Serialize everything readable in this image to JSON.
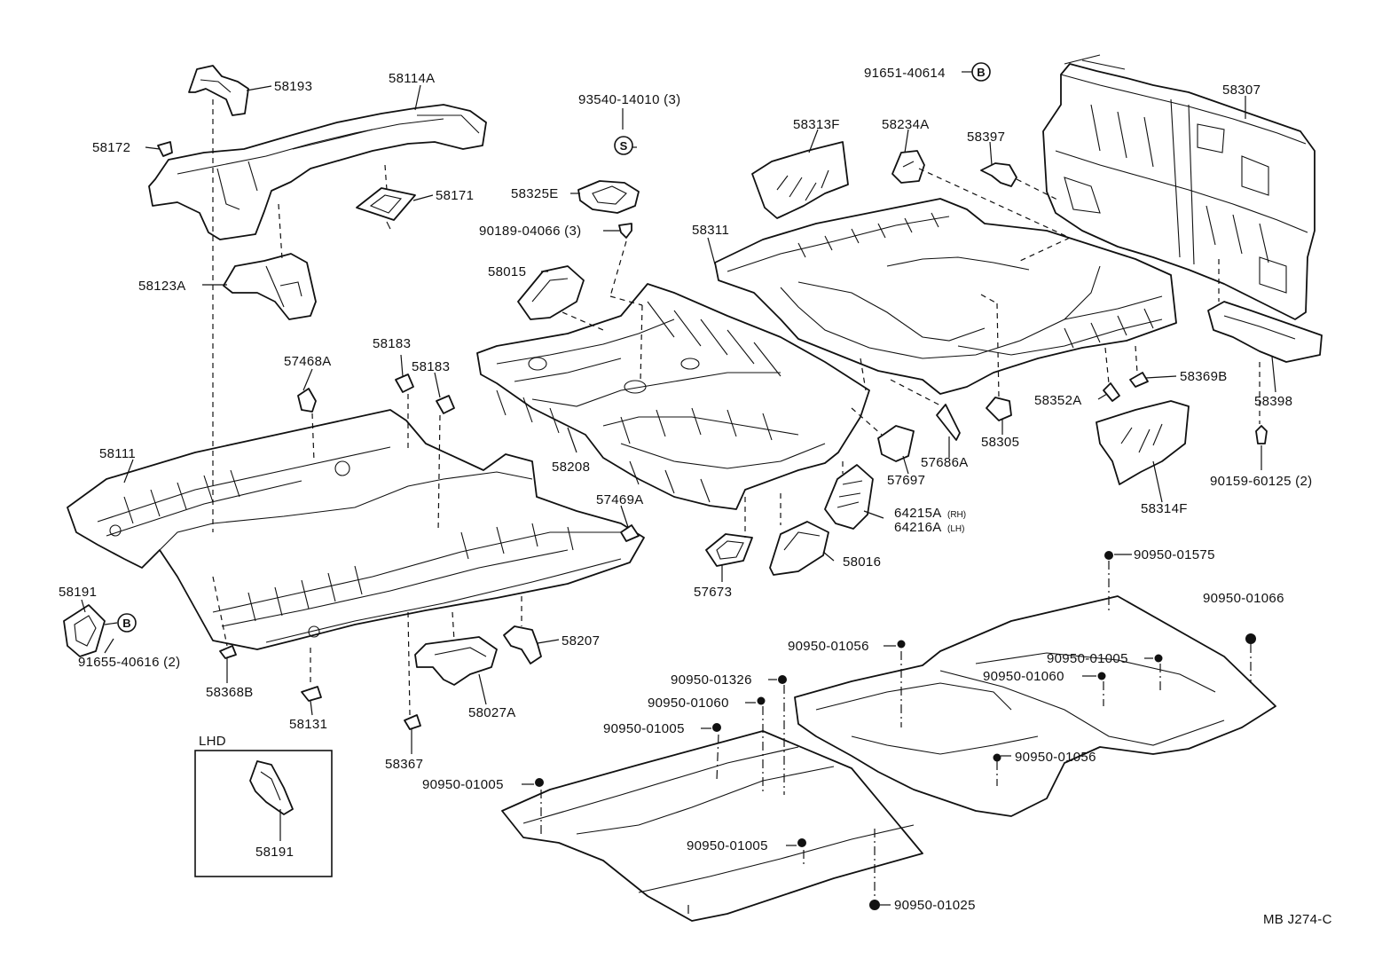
{
  "part_labels": {
    "p58193": "58193",
    "p58114A": "58114A",
    "p58172": "58172",
    "p58171": "58171",
    "p58123A": "58123A",
    "p57468A": "57468A",
    "p58183a": "58183",
    "p58183b": "58183",
    "p58111": "58111",
    "p58191a": "58191",
    "p91655": "91655-40616 (2)",
    "p58368B": "58368B",
    "p58131": "58131",
    "p58027A": "58027A",
    "p58367": "58367",
    "p58207": "58207",
    "p57469A": "57469A",
    "p93540": "93540-14010 (3)",
    "p58325E": "58325E",
    "p90189": "90189-04066 (3)",
    "p58015": "58015",
    "p58208": "58208",
    "p57673": "57673",
    "p58016": "58016",
    "p64215A": "64215A",
    "p64215A_sfx": "(RH)",
    "p64216A": "64216A",
    "p64216A_sfx": "(LH)",
    "p57697": "57697",
    "p57686A": "57686A",
    "p58305": "58305",
    "p58311": "58311",
    "p58313F": "58313F",
    "p58234A": "58234A",
    "p91651": "91651-40614",
    "p58397": "58397",
    "p58307": "58307",
    "p58352A": "58352A",
    "p58369B": "58369B",
    "p58398": "58398",
    "p58314F": "58314F",
    "p90159": "90159-60125 (2)",
    "p58191b": "58191",
    "p90950_01575": "90950-01575",
    "p90950_01066": "90950-01066",
    "p90950_01056a": "90950-01056",
    "p90950_01005a": "90950-01005",
    "p90950_01060a": "90950-01060",
    "p90950_01326": "90950-01326",
    "p90950_01060b": "90950-01060",
    "p90950_01005b": "90950-01005",
    "p90950_01056b": "90950-01056",
    "p90950_01005c": "90950-01005",
    "p90950_01005d": "90950-01005",
    "p90950_01025": "90950-01025"
  },
  "callouts": {
    "s_mark": "S",
    "b_mark_1": "B",
    "b_mark_2": "B"
  },
  "inset": {
    "title": "LHD"
  },
  "footer": {
    "ref_code": "MB J274-C"
  }
}
